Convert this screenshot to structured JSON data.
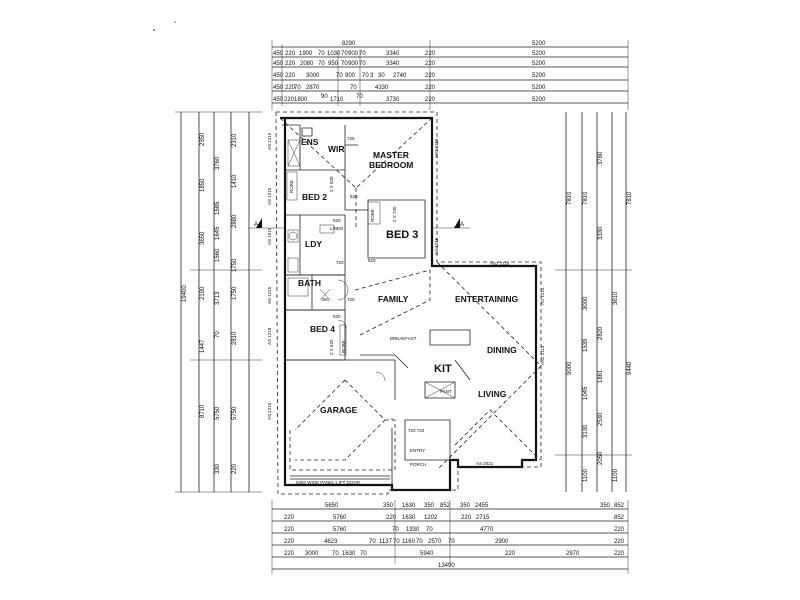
{
  "dims_top": {
    "overall": [
      "8290",
      "5200"
    ],
    "row1": [
      "450",
      "220",
      "1900",
      "70",
      "1030",
      "70",
      "900",
      "70",
      "3340",
      "220",
      "5200"
    ],
    "row2": [
      "450",
      "220",
      "2080",
      "70",
      "950",
      "70",
      "900",
      "70",
      "3340",
      "220",
      "5200"
    ],
    "row3": [
      "450",
      "220",
      "3000",
      "70",
      "900",
      "70",
      "3",
      "30",
      "2740",
      "220",
      "5200"
    ],
    "row4": [
      "450",
      "220",
      "70",
      "2870",
      "70",
      "4330",
      "220",
      "5200"
    ],
    "row5": [
      "450",
      "220",
      "1800",
      "90",
      "1710",
      "70",
      "3730",
      "220",
      "5200"
    ]
  },
  "dims_bottom": {
    "row1": [
      "5650",
      "350",
      "1630",
      "350",
      "852",
      "350",
      "2455",
      "350",
      "852"
    ],
    "row2": [
      "220",
      "5760",
      "220",
      "1630",
      "1202",
      "220",
      "2715",
      "852"
    ],
    "row3": [
      "220",
      "5760",
      "70",
      "1930",
      "70",
      "4770",
      "220"
    ],
    "row4": [
      "220",
      "4623",
      "70",
      "1137",
      "70",
      "1160",
      "70",
      "2570",
      "70",
      "2900",
      "220"
    ],
    "row5": [
      "220",
      "3000",
      "70",
      "1630",
      "70",
      "5940",
      "220",
      "2970",
      "220"
    ],
    "overall": "13490"
  },
  "dims_left": {
    "overall": "19400",
    "col_a": [
      "2350",
      "1850",
      "3650",
      "2190",
      "1447",
      "8710"
    ],
    "col_b": [
      "3760",
      "1585",
      "1645",
      "1560",
      "3713",
      "70",
      "5750",
      "330"
    ],
    "col_c": [
      "2310",
      "1410",
      "2880",
      "1750",
      "1750",
      "2810",
      "5750",
      "220"
    ]
  },
  "dims_right": {
    "col_a": [
      "7810",
      "7810",
      "7810",
      "9000",
      "9440"
    ],
    "col_b": [
      "3780",
      "3330",
      "3000",
      "1539",
      "1045",
      "3130",
      "1100"
    ],
    "col_c": [
      "3610",
      "2820",
      "1861",
      "2530",
      "2050",
      "1100"
    ]
  },
  "rooms": {
    "ens": "ENS",
    "wir": "WIR",
    "master": "MASTER",
    "bedroom": "BEDROOM",
    "bed2": "BED 2",
    "bed3": "BED 3",
    "ldy": "LDY",
    "linen": "LINEN",
    "bath": "BATH",
    "wc": "WC",
    "family": "FAMILY",
    "entertaining": "ENTERTAINING",
    "bed4": "BED 4",
    "breakfast": "BREAKFAST",
    "dining": "DINING",
    "kit": "KIT",
    "pant": "PANT",
    "living": "LIVING",
    "garage": "GARAGE",
    "entry": "ENTRY",
    "porch": "PORCH",
    "robe": "ROBE"
  },
  "window_labels": {
    "robe_bed2": "2 X 620",
    "robe_bed3": "2 X 720",
    "robe_bed4": "2 X 620",
    "door_720": "720",
    "door_820": "820",
    "door_920": "920",
    "entry_doors": "720  720",
    "as1215": "AS 1215",
    "as1218": "AS 1218",
    "as1515": "AS 1515",
    "as2114": "AS2 2114",
    "as2021": "AS 2021",
    "as3116": "AS3 3116",
    "as1215b": "AS 1215",
    "garage_door": "5350 WIDE PANEL-LIFT DOOR",
    "section_a": "A"
  }
}
